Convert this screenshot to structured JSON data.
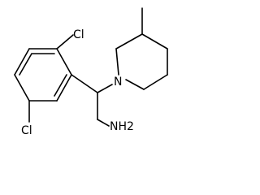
{
  "molecule": {
    "atom_labels": {
      "cl_top": "Cl",
      "cl_bottom": "Cl",
      "nitrogen": "N",
      "amine": "NH2"
    }
  },
  "colors": {
    "bond": "#000000",
    "label": "#000000",
    "background": "#ffffff"
  }
}
